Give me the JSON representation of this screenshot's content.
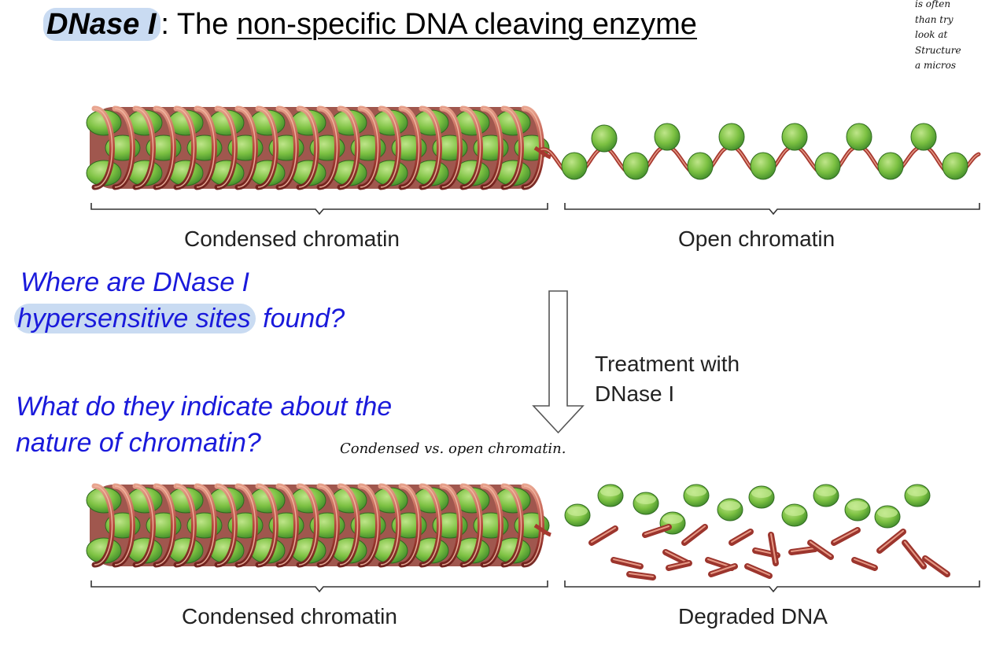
{
  "title": {
    "term": "DNase I",
    "separator": ":",
    "prefix": "The",
    "subtitle": "non-specific DNA cleaving enzyme"
  },
  "corner_note": {
    "lines": [
      "is often",
      "than try",
      "look at",
      "Structure",
      "a micros"
    ]
  },
  "diagram": {
    "top_left_label": "Condensed chromatin",
    "top_right_label": "Open chromatin",
    "treatment_line1": "Treatment with",
    "treatment_line2": "DNase I",
    "bottom_left_label": "Condensed chromatin",
    "bottom_right_label": "Degraded DNA"
  },
  "questions": {
    "q1_line1": "Where are DNase I",
    "q1_line2_highlight": "hypersensitive sites",
    "q1_line2_rest": " found?",
    "q2_line1": "What do they indicate about the",
    "q2_line2": "nature of chromatin?"
  },
  "answer_note": "Condensed vs. open chromatin.",
  "colors": {
    "question_blue": "#1a1adb",
    "highlight": "#c9dbf2",
    "nucleosome_green": "#7cc142",
    "dna_red": "#b5423a"
  }
}
